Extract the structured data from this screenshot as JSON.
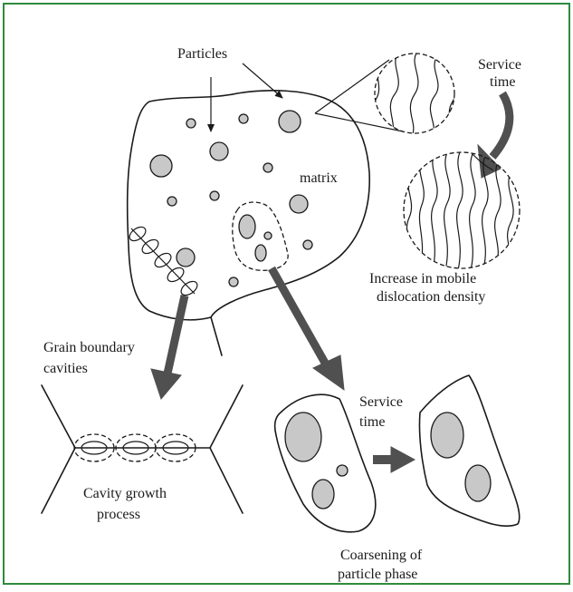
{
  "colors": {
    "frame": "#2e8b3e",
    "particle_fill": "#c8c8c8",
    "arrow_fill": "#505050",
    "line": "#1a1a1a"
  },
  "labels": {
    "particles": "Particles",
    "matrix": "matrix",
    "service_time_top_1": "Service",
    "service_time_top_2": "time",
    "mobile_1": "Increase in mobile",
    "mobile_2": "dislocation density",
    "grain_1": "Grain boundary",
    "grain_2": "cavities",
    "cavity_1": "Cavity growth",
    "cavity_2": "process",
    "service_time_mid_1": "Service",
    "service_time_mid_2": "time",
    "coarsening_1": "Coarsening of",
    "coarsening_2": "particle phase"
  }
}
